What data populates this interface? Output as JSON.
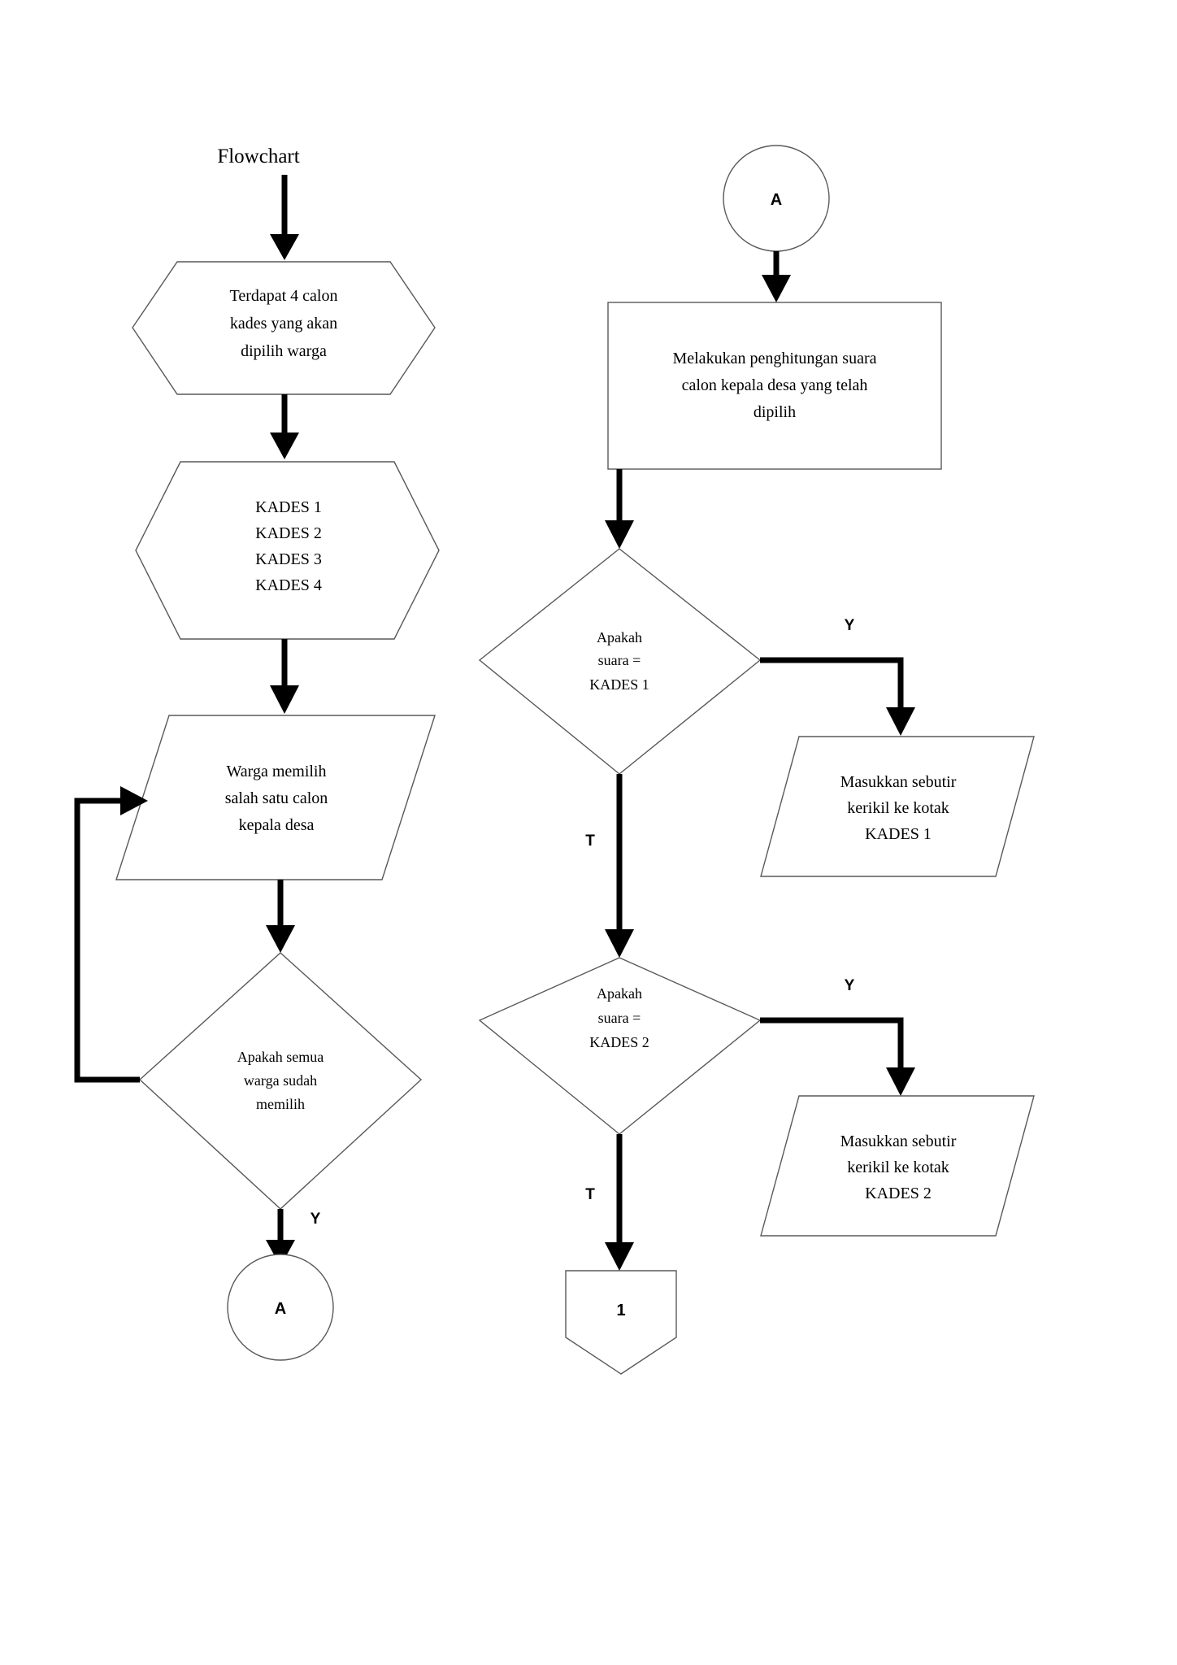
{
  "document": {
    "title": "Flowchart",
    "background_color": "#ffffff",
    "outline_color": "#58595b",
    "arrow_color": "#000000"
  },
  "chart_data": {
    "type": "diagram",
    "diagram_kind": "flowchart",
    "title": "Flowchart",
    "columns": 2,
    "nodes": [
      {
        "id": "n1",
        "shape": "hexagon",
        "column": "left",
        "lines": [
          "Terdapat 4 calon",
          "kades yang akan",
          "dipilih warga"
        ]
      },
      {
        "id": "n2",
        "shape": "hexagon",
        "column": "left",
        "lines": [
          "KADES 1",
          "KADES 2",
          "KADES 3",
          "KADES 4"
        ]
      },
      {
        "id": "n3",
        "shape": "parallelogram",
        "column": "left",
        "lines": [
          "Warga memilih",
          "salah satu calon",
          "kepala desa"
        ]
      },
      {
        "id": "n4",
        "shape": "diamond",
        "column": "left",
        "lines": [
          "Apakah semua",
          "warga sudah",
          "memilih"
        ]
      },
      {
        "id": "n5",
        "shape": "circle",
        "column": "left",
        "lines": [
          "A"
        ]
      },
      {
        "id": "n6",
        "shape": "circle",
        "column": "right",
        "lines": [
          "A"
        ]
      },
      {
        "id": "n7",
        "shape": "rectangle",
        "column": "right",
        "lines": [
          "Melakukan penghitungan suara",
          "calon kepala desa yang telah",
          "dipilih"
        ]
      },
      {
        "id": "n8",
        "shape": "diamond",
        "column": "right",
        "lines": [
          "Apakah",
          "suara =",
          "KADES 1"
        ]
      },
      {
        "id": "n9",
        "shape": "parallelogram",
        "column": "right",
        "lines": [
          "Masukkan sebutir",
          "kerikil ke kotak",
          "KADES 1"
        ]
      },
      {
        "id": "n10",
        "shape": "diamond",
        "column": "right",
        "lines": [
          "Apakah",
          "suara =",
          "KADES 2"
        ]
      },
      {
        "id": "n11",
        "shape": "parallelogram",
        "column": "right",
        "lines": [
          "Masukkan sebutir",
          "kerikil ke kotak",
          "KADES 2"
        ]
      },
      {
        "id": "n12",
        "shape": "pentagon-connector",
        "column": "right",
        "lines": [
          "1"
        ]
      }
    ],
    "edges": [
      {
        "from": "title",
        "to": "n1",
        "label": ""
      },
      {
        "from": "n1",
        "to": "n2",
        "label": ""
      },
      {
        "from": "n2",
        "to": "n3",
        "label": ""
      },
      {
        "from": "n3",
        "to": "n4",
        "label": ""
      },
      {
        "from": "n4",
        "to": "n5",
        "label": "Y"
      },
      {
        "from": "n4",
        "to": "n3",
        "label": ""
      },
      {
        "from": "n6",
        "to": "n7",
        "label": ""
      },
      {
        "from": "n7",
        "to": "n8",
        "label": ""
      },
      {
        "from": "n8",
        "to": "n9",
        "label": "Y"
      },
      {
        "from": "n8",
        "to": "n10",
        "label": "T"
      },
      {
        "from": "n10",
        "to": "n11",
        "label": "Y"
      },
      {
        "from": "n10",
        "to": "n12",
        "label": "T"
      }
    ],
    "branch_labels": [
      "Y",
      "T"
    ]
  },
  "nodes": {
    "n1": {
      "line1": "Terdapat 4 calon",
      "line2": "kades yang akan",
      "line3": "dipilih warga"
    },
    "n2": {
      "line1": "KADES 1",
      "line2": "KADES 2",
      "line3": "KADES 3",
      "line4": "KADES 4"
    },
    "n3": {
      "line1": "Warga memilih",
      "line2": "salah satu calon",
      "line3": "kepala desa"
    },
    "n4": {
      "line1": "Apakah semua",
      "line2": "warga sudah",
      "line3": "memilih"
    },
    "n5": {
      "label": "A"
    },
    "n6": {
      "label": "A"
    },
    "n7": {
      "line1": "Melakukan penghitungan suara",
      "line2": "calon kepala desa yang telah",
      "line3": "dipilih"
    },
    "n8": {
      "line1": "Apakah",
      "line2": "suara =",
      "line3": "KADES 1"
    },
    "n9": {
      "line1": "Masukkan sebutir",
      "line2": "kerikil ke kotak",
      "line3": "KADES 1"
    },
    "n10": {
      "line1": "Apakah",
      "line2": "suara =",
      "line3": "KADES 2"
    },
    "n11": {
      "line1": "Masukkan sebutir",
      "line2": "kerikil ke kotak",
      "line3": "KADES 2"
    },
    "n12": {
      "label": "1"
    }
  },
  "labels": {
    "left_yes": "Y",
    "right_yes_1": "Y",
    "right_no_1": "T",
    "right_yes_2": "Y",
    "right_no_2": "T"
  }
}
